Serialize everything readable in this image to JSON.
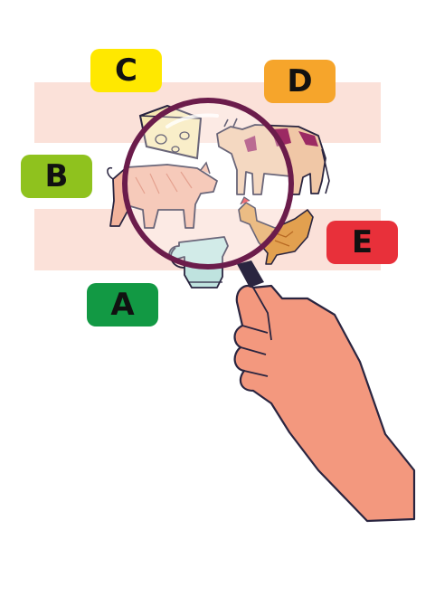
{
  "labels": {
    "a": {
      "text": "A",
      "color": "#129944"
    },
    "b": {
      "text": "B",
      "color": "#8fc21e"
    },
    "c": {
      "text": "C",
      "color": "#ffe800"
    },
    "d": {
      "text": "D",
      "color": "#f6a52b"
    },
    "e": {
      "text": "E",
      "color": "#e8303a"
    }
  },
  "colors": {
    "band": "#fbe1d9",
    "lens_rim": "#6b1c4b",
    "skin": "#f3987e",
    "outline": "#2a2540",
    "animal": "#f0c7a6",
    "cow_patch": "#9c2a63",
    "chicken": "#e2a04f",
    "pitcher": "#bfe3df",
    "cheese": "#f6e7b2"
  },
  "icons": [
    "cheese-icon",
    "cow-icon",
    "pig-icon",
    "chicken-icon",
    "milk-pitcher-icon",
    "magnifying-glass-icon",
    "hand-icon"
  ]
}
